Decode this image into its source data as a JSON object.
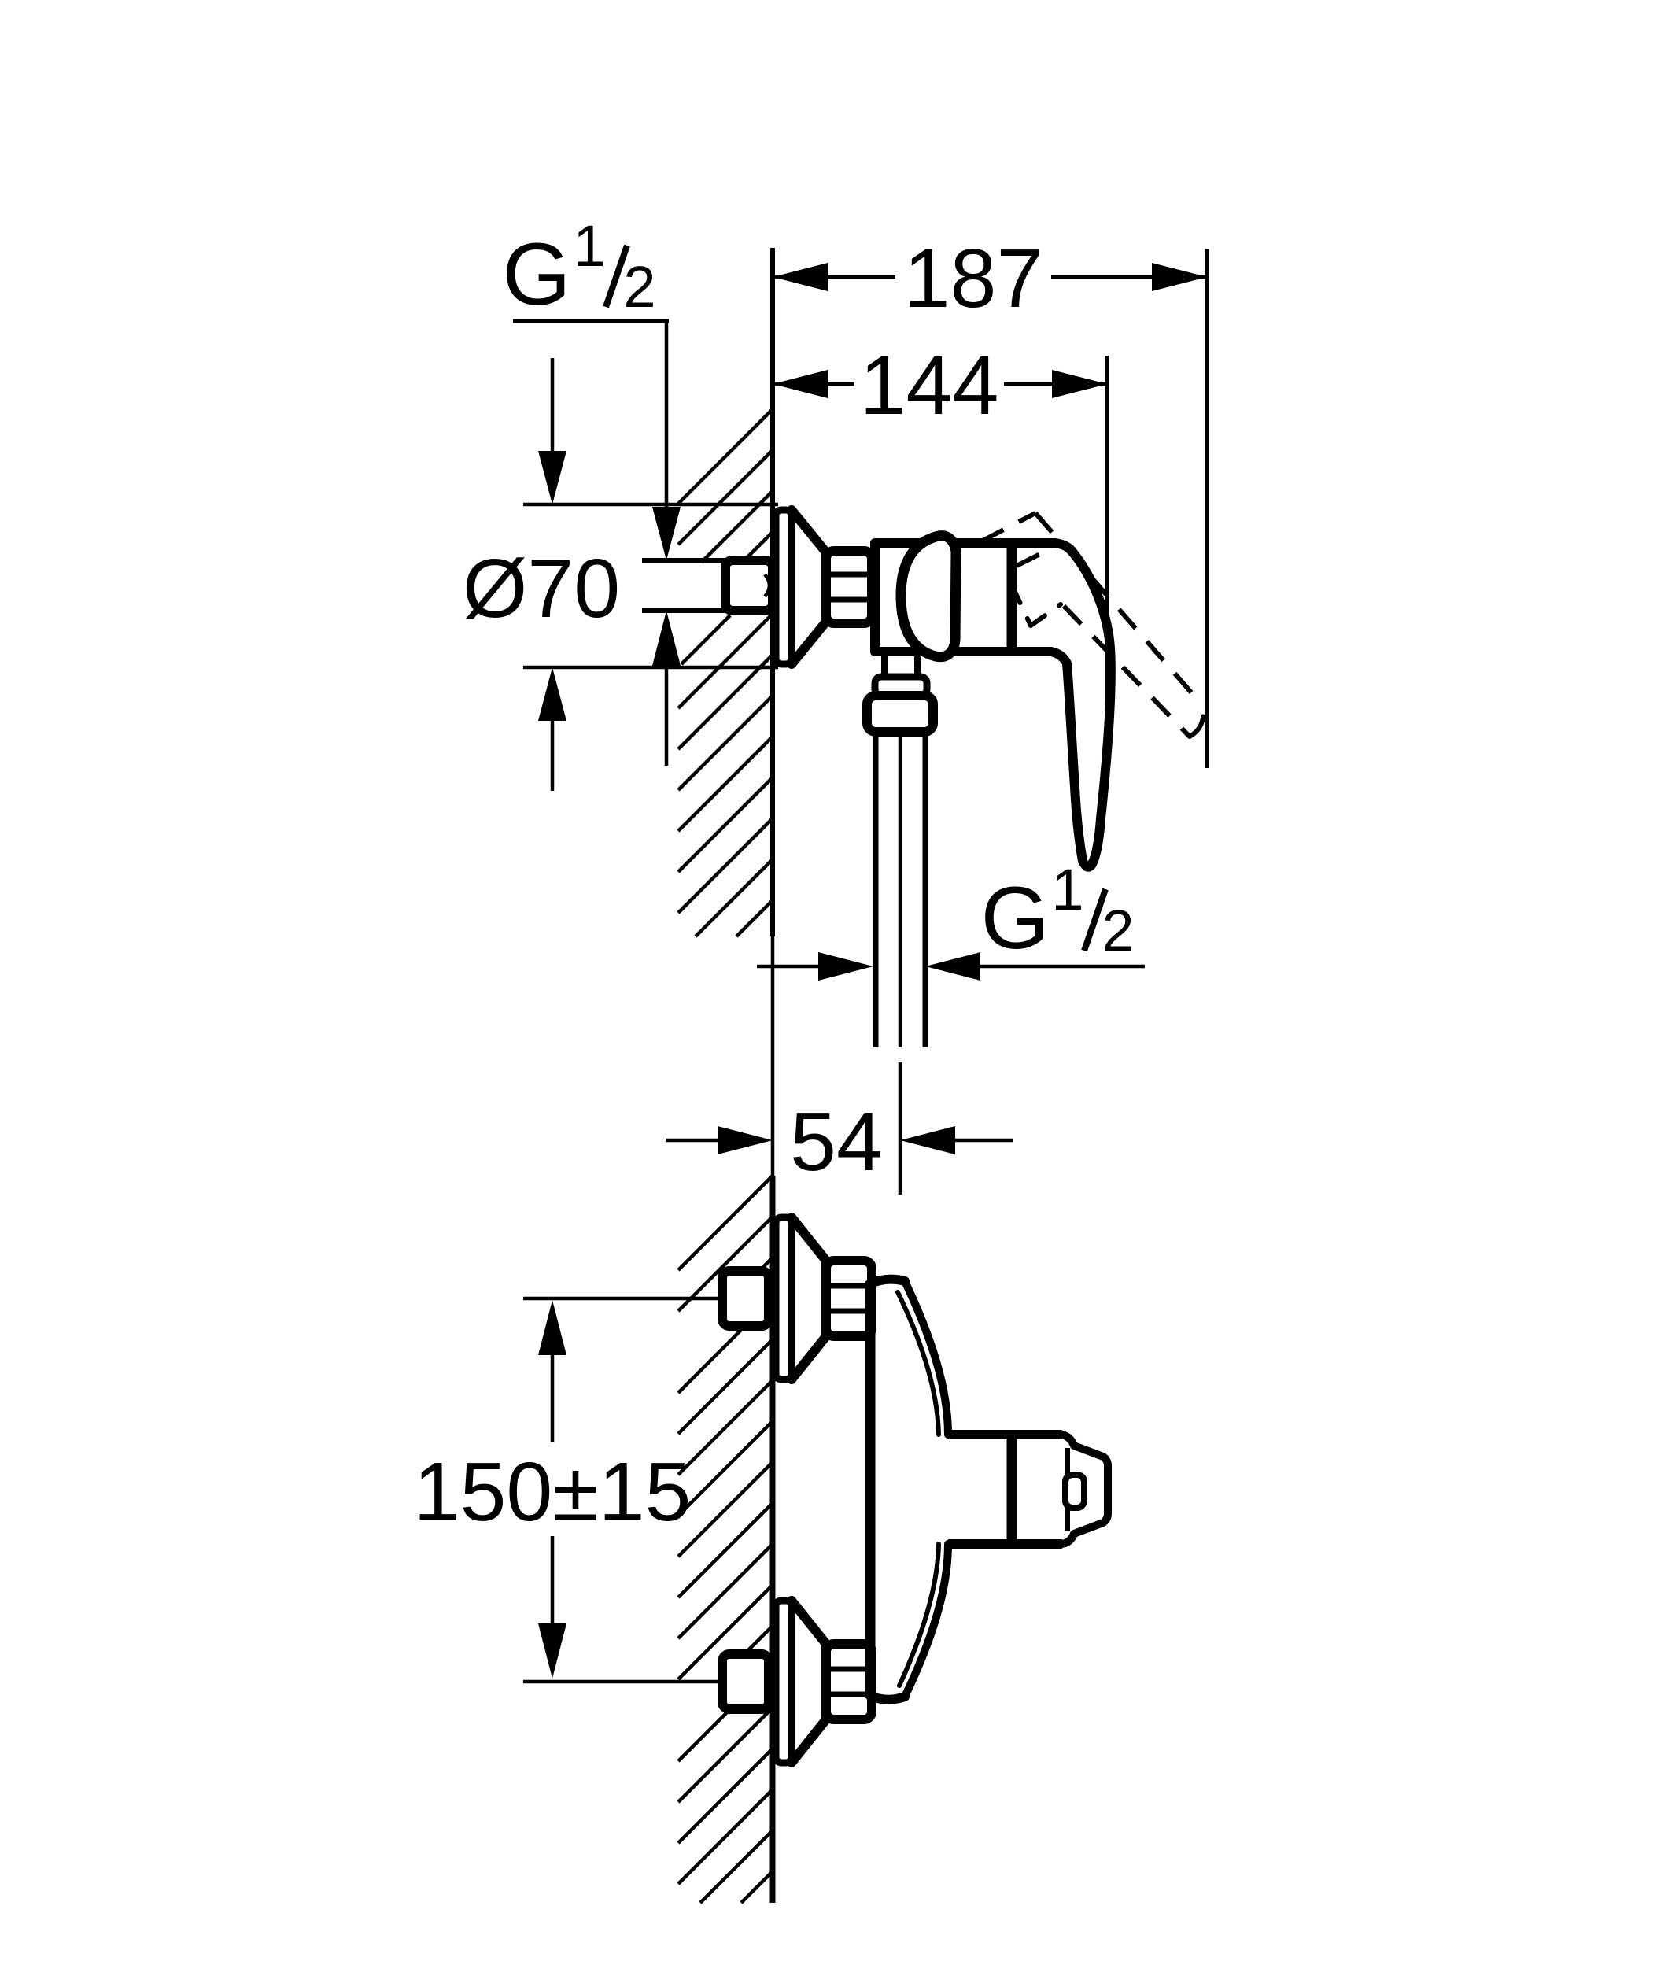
{
  "drawing": {
    "labels": {
      "overall_depth": "187",
      "depth_to_lever": "144",
      "escutcheon_diameter": "Ø70",
      "outlet_offset": "54",
      "inlet_spacing": "150±15"
    },
    "threads": {
      "inlet": {
        "letter": "G",
        "numerator": "1",
        "denominator": "2"
      },
      "outlet": {
        "letter": "G",
        "numerator": "1",
        "denominator": "2"
      }
    },
    "colors": {
      "ink": "#000000",
      "paper": "#ffffff"
    }
  }
}
